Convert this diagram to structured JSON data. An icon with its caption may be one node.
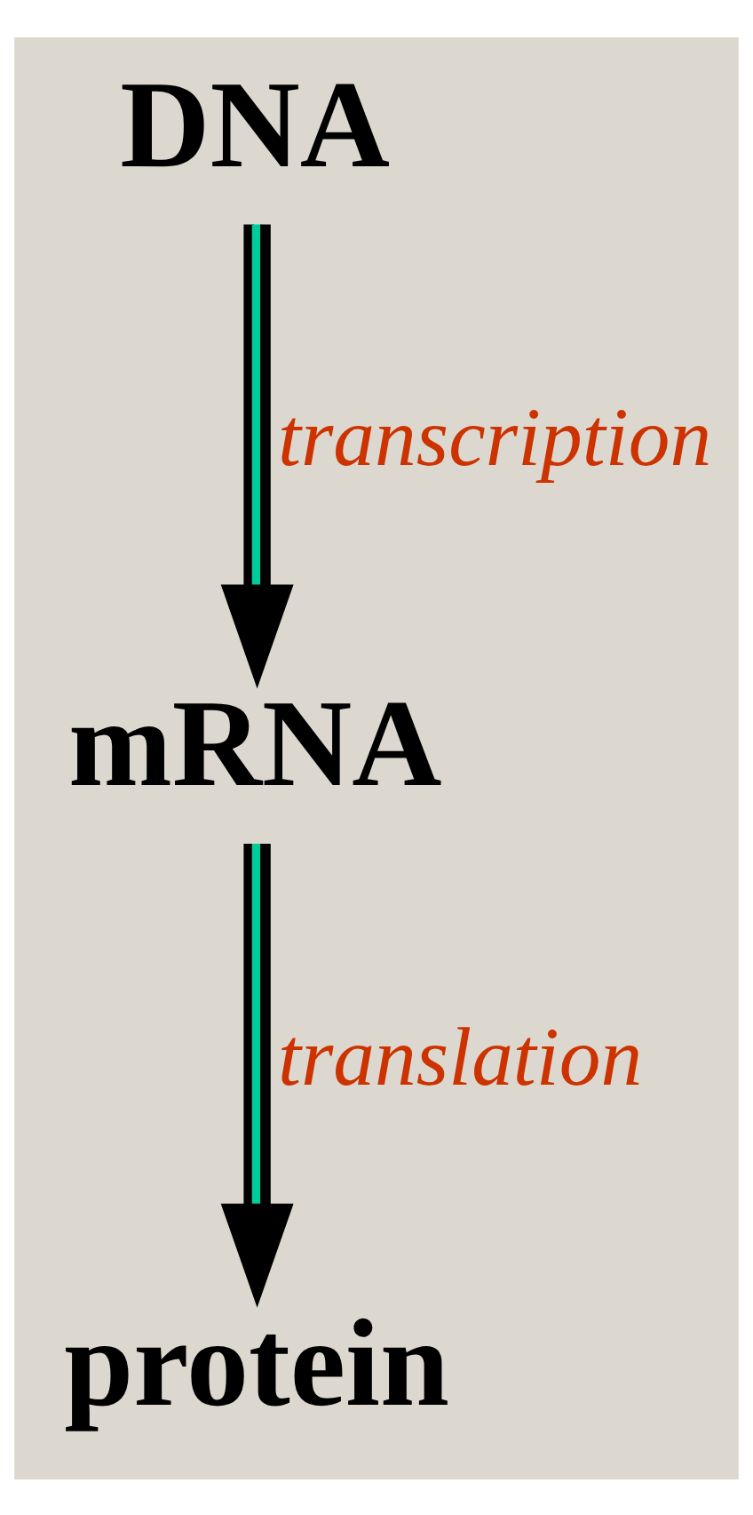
{
  "diagram": {
    "nodes": [
      {
        "text": [
          "DNA"
        ]
      },
      {
        "text": [
          "mRNA"
        ]
      },
      {
        "text": [
          "protein"
        ]
      }
    ],
    "edges": [
      {
        "from": 0,
        "to": 1,
        "arrow": "to",
        "label": "transcription"
      },
      {
        "from": 1,
        "to": 2,
        "arrow": "to",
        "label": "translation"
      }
    ]
  }
}
